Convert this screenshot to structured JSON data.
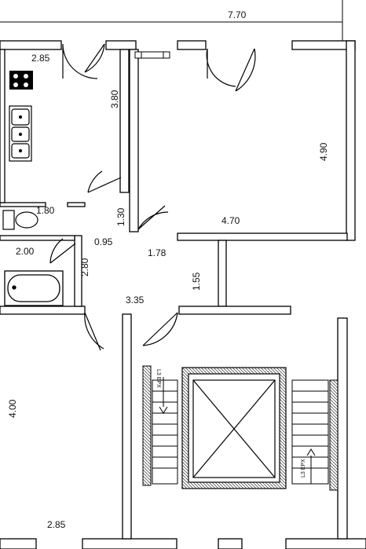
{
  "plan": {
    "top_width": "7.70",
    "kitchen_width": "2.85",
    "kitchen_length": "3.80",
    "room_length": "4.90",
    "room_width": "4.70",
    "toilet_width": "1.80",
    "toilet_length": "1.30",
    "hall_small": "0.95",
    "hall_width": "1.78",
    "bath_width": "2.00",
    "bath_length": "2.80",
    "hall_length": "1.55",
    "corridor_width": "3.35",
    "room2_length": "4.00",
    "room2_width": "2.85"
  },
  "stairs": {
    "label_top": "L3 EPX",
    "label_bottom": "L3 EPX"
  }
}
